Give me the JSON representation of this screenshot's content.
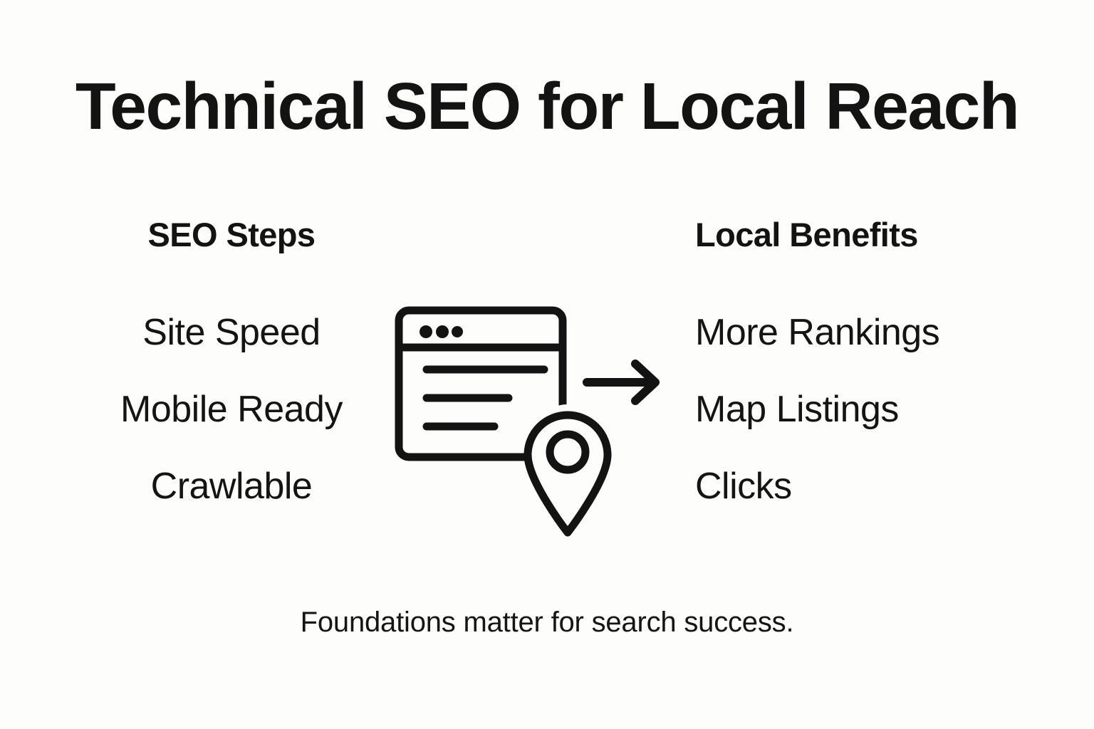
{
  "slide": {
    "title": "Technical SEO for Local Reach",
    "footer": "Foundations matter for search success.",
    "background_color": "#FDFDFB",
    "text_color": "#131313"
  },
  "columns": {
    "left": {
      "header": "SEO Steps",
      "items": [
        {
          "label": "Site Speed"
        },
        {
          "label": "Mobile Ready"
        },
        {
          "label": "Crawlable"
        }
      ]
    },
    "right": {
      "header": "Local Benefits",
      "items": [
        {
          "label": "More Rankings"
        },
        {
          "label": "Map Listings"
        },
        {
          "label": "Clicks"
        }
      ]
    }
  },
  "graphic": {
    "name": "browser-window-arrow-map-pin-illustration",
    "stroke_color": "#131313",
    "parts": [
      {
        "name": "browser-window-icon"
      },
      {
        "name": "browser-dot-icon"
      },
      {
        "name": "browser-content-line"
      },
      {
        "name": "arrow-right-icon"
      },
      {
        "name": "map-pin-icon"
      }
    ]
  }
}
